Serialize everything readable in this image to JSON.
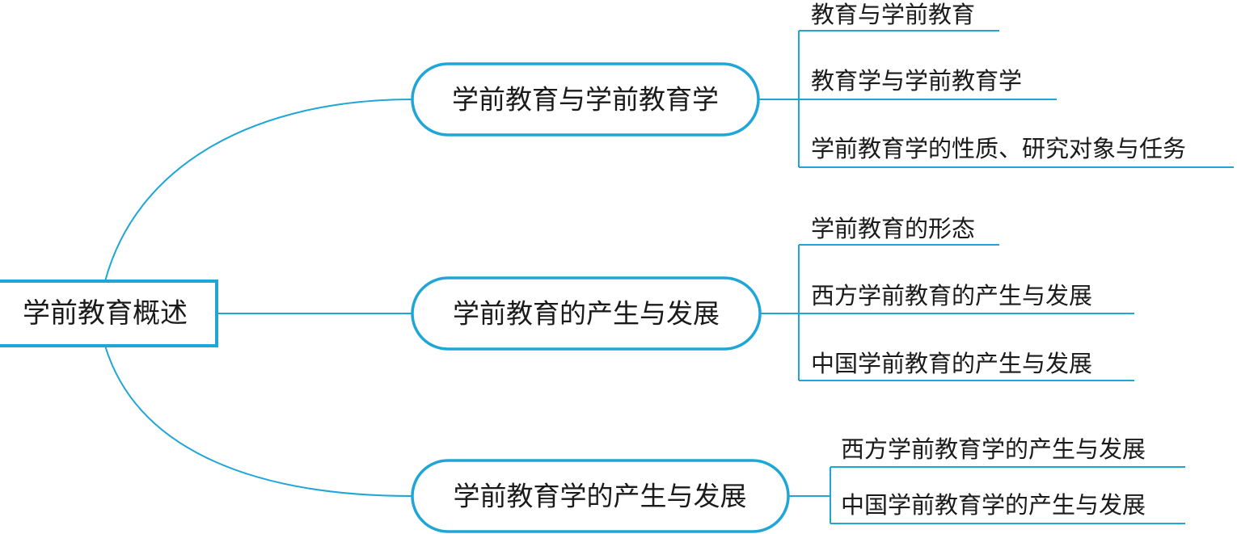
{
  "colors": {
    "line": "#1fa6d6",
    "text": "#1a1a1a",
    "background": "#ffffff"
  },
  "root": {
    "label": "学前教育概述"
  },
  "branches": [
    {
      "label": "学前教育与学前教育学",
      "children": [
        {
          "label": "教育与学前教育"
        },
        {
          "label": "教育学与学前教育学"
        },
        {
          "label": "学前教育学的性质、研究对象与任务"
        }
      ]
    },
    {
      "label": "学前教育的产生与发展",
      "children": [
        {
          "label": "学前教育的形态"
        },
        {
          "label": "西方学前教育的产生与发展"
        },
        {
          "label": "中国学前教育的产生与发展"
        }
      ]
    },
    {
      "label": "学前教育学的产生与发展",
      "children": [
        {
          "label": "西方学前教育学的产生与发展"
        },
        {
          "label": "中国学前教育学的产生与发展"
        }
      ]
    }
  ]
}
